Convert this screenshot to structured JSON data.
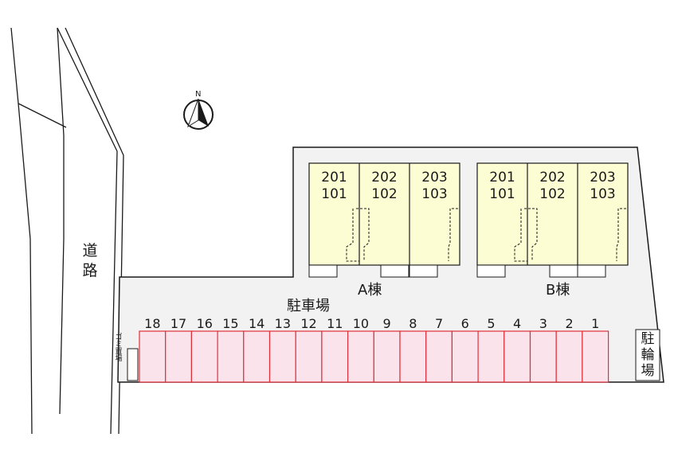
{
  "map": {
    "road_label": "道路",
    "parking_area_label": "駐車場",
    "bicycle_parking_label": "駐輪場",
    "trash_label": "ゴミ置場",
    "north_label": "N",
    "building_a": {
      "label": "A棟",
      "units": [
        {
          "upper": "201",
          "lower": "101"
        },
        {
          "upper": "202",
          "lower": "102"
        },
        {
          "upper": "203",
          "lower": "103"
        }
      ]
    },
    "building_b": {
      "label": "B棟",
      "units": [
        {
          "upper": "201",
          "lower": "101"
        },
        {
          "upper": "202",
          "lower": "102"
        },
        {
          "upper": "203",
          "lower": "103"
        }
      ]
    },
    "parking_spaces": [
      "18",
      "17",
      "16",
      "15",
      "14",
      "13",
      "12",
      "11",
      "10",
      "9",
      "8",
      "7",
      "6",
      "5",
      "4",
      "3",
      "2",
      "1"
    ],
    "colors": {
      "building_fill": "#fdfdd3",
      "lot_fill": "#f2f2f2",
      "parking_fill": "#fbe3ec",
      "parking_stroke": "#e0303a",
      "outline": "#1a1a1a"
    }
  }
}
